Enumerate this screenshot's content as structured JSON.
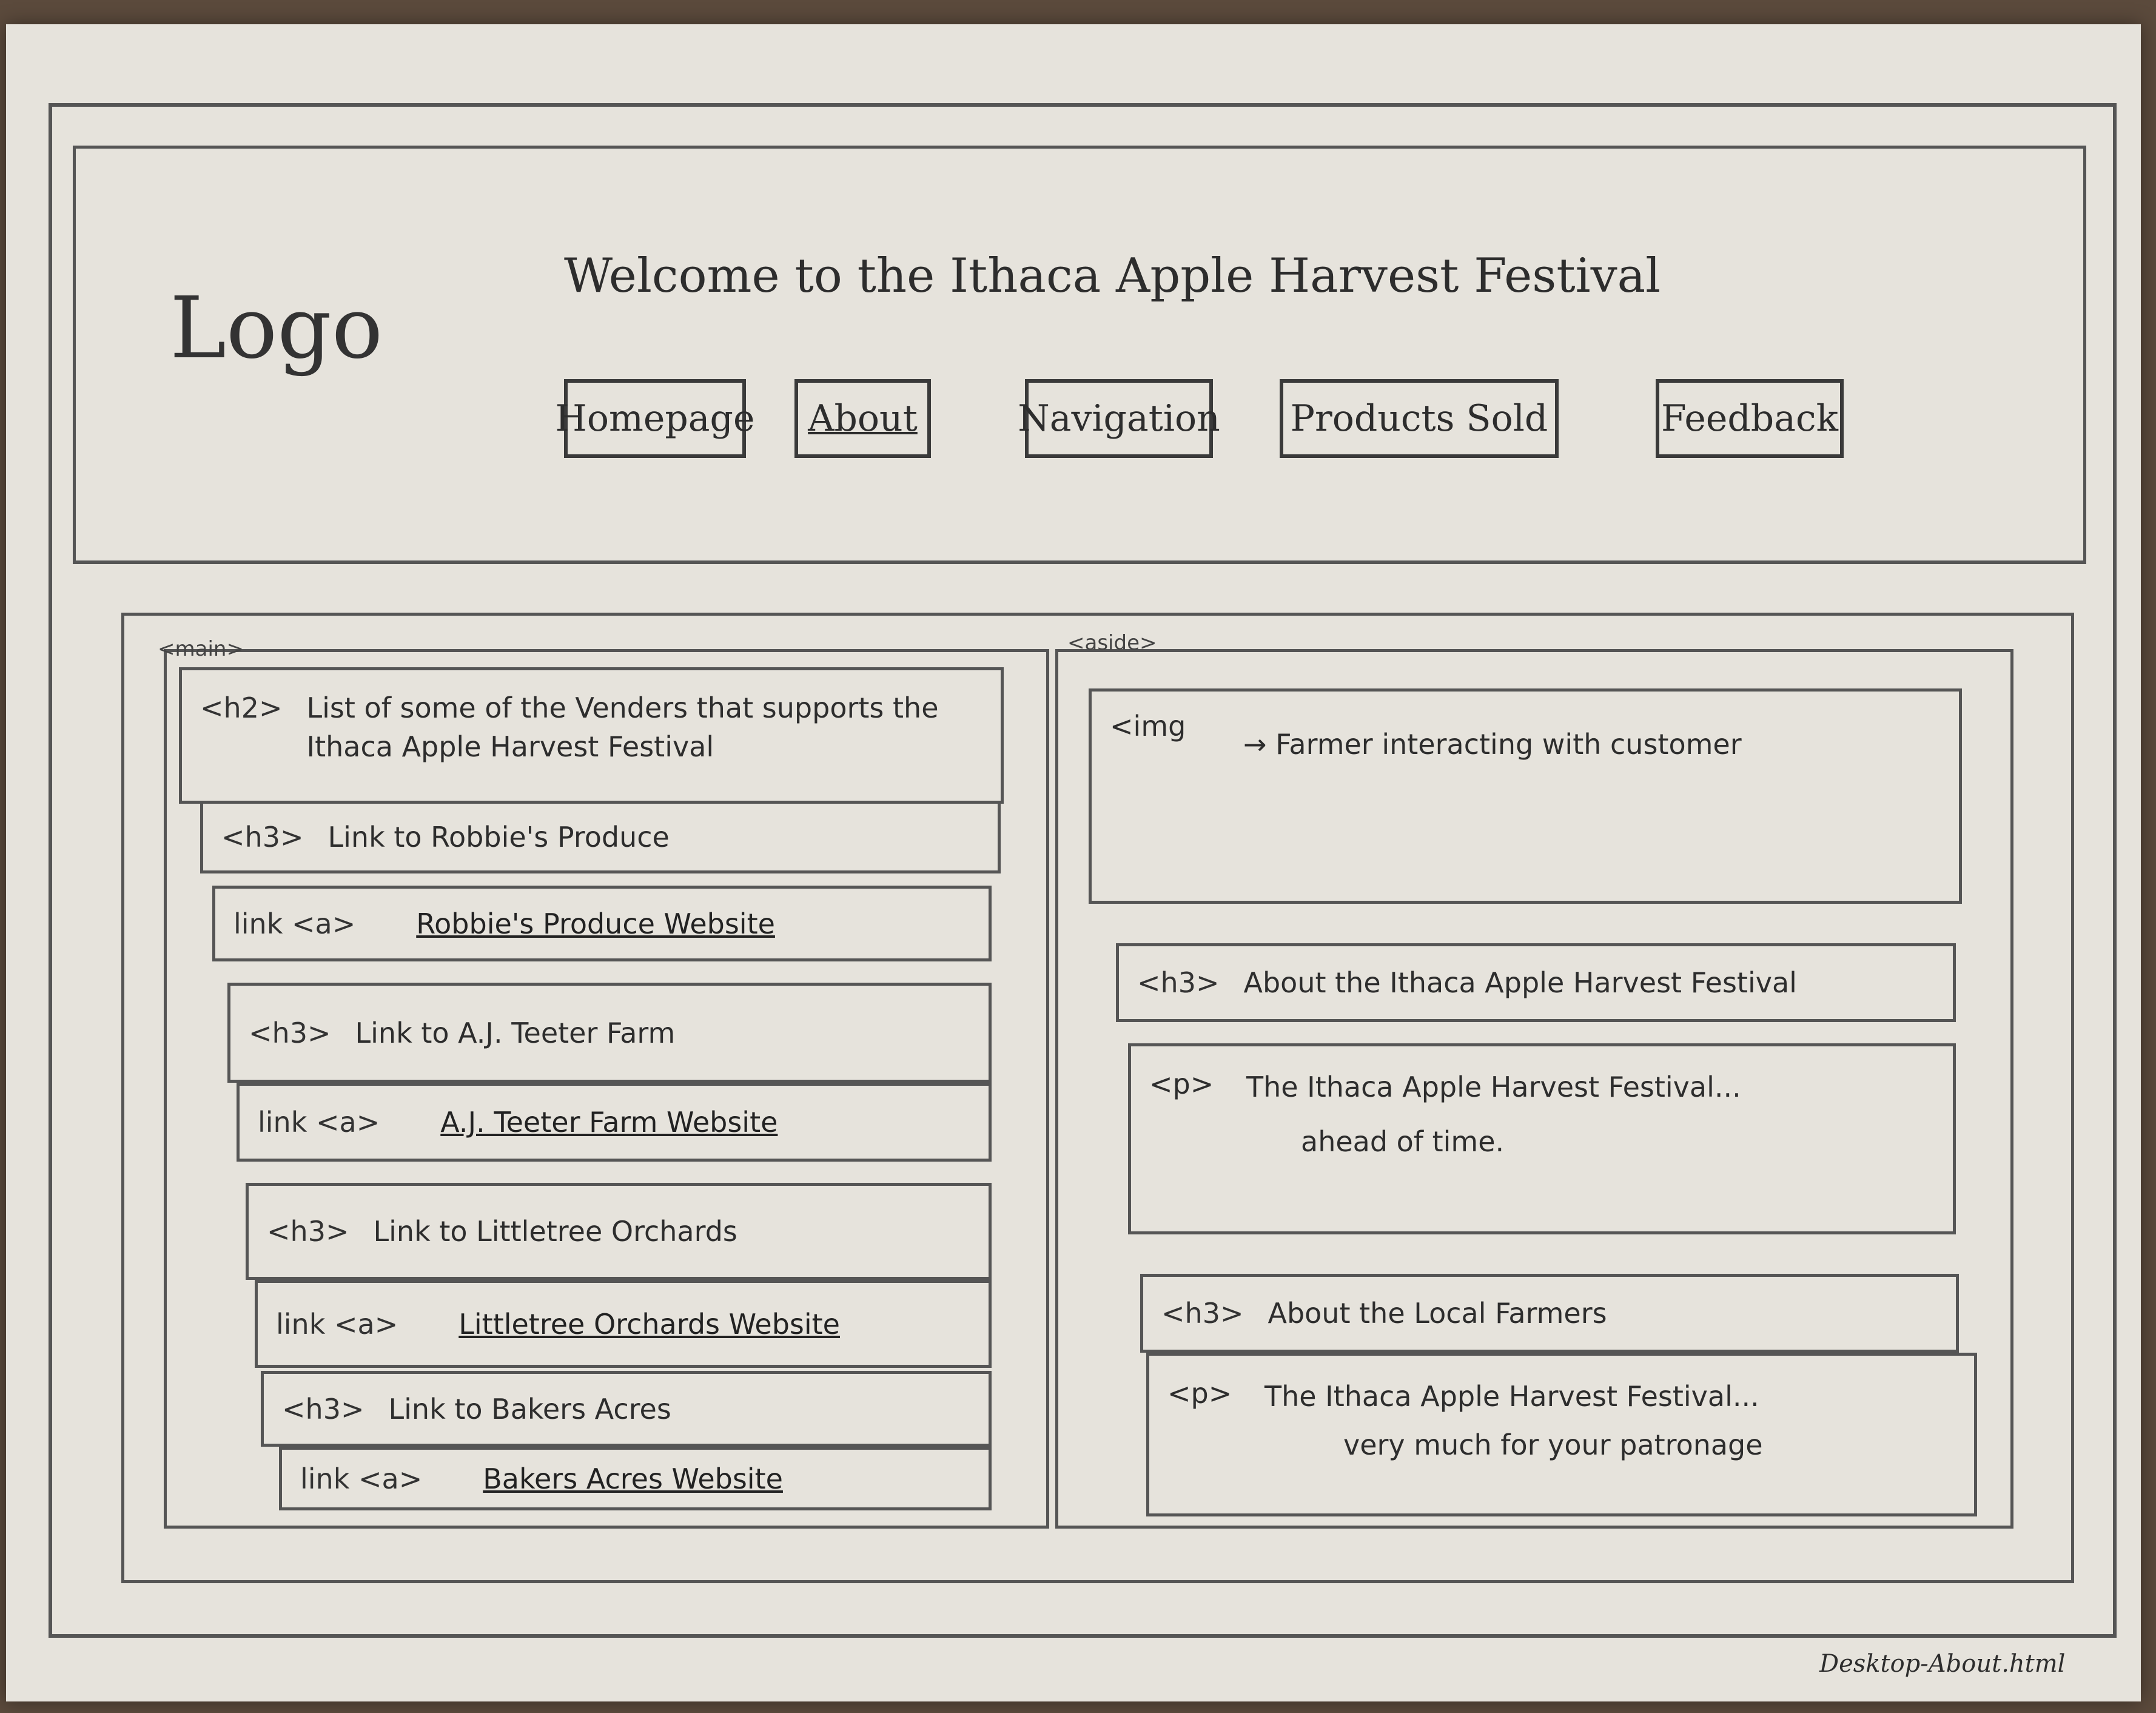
{
  "header": {
    "logo": "Logo",
    "title": "Welcome to the Ithaca Apple Harvest Festival",
    "nav": [
      {
        "label": "Homepage"
      },
      {
        "label": "About"
      },
      {
        "label": "Navigation"
      },
      {
        "label": "Products Sold"
      },
      {
        "label": "Feedback"
      }
    ]
  },
  "main": {
    "tag": "<main>",
    "h2": {
      "tag": "<h2>",
      "text": "List of some of the Venders that supports the Ithaca Apple Harvest Festival"
    },
    "rows": [
      {
        "tag": "<h3>",
        "text": "Link to Robbie's Produce"
      },
      {
        "tag": "link <a>",
        "text": "Robbie's Produce Website"
      },
      {
        "tag": "<h3>",
        "text": "Link to A.J. Teeter Farm"
      },
      {
        "tag": "link <a>",
        "text": "A.J. Teeter Farm Website"
      },
      {
        "tag": "<h3>",
        "text": "Link to Littletree Orchards"
      },
      {
        "tag": "link <a>",
        "text": "Littletree Orchards Website"
      },
      {
        "tag": "<h3>",
        "text": "Link to Bakers Acres"
      },
      {
        "tag": "link <a>",
        "text": "Bakers Acres Website"
      }
    ]
  },
  "aside": {
    "tag": "<aside>",
    "img": {
      "tag": "<img",
      "caption": "→ Farmer interacting with customer"
    },
    "h3_festival": {
      "tag": "<h3>",
      "text": "About the Ithaca Apple Harvest Festival"
    },
    "p_festival": {
      "tag": "<p>",
      "line1": "The Ithaca Apple Harvest Festival...",
      "line2": "ahead of time."
    },
    "h3_farmers": {
      "tag": "<h3>",
      "text": "About the Local Farmers"
    },
    "p_farmers": {
      "tag": "<p>",
      "line1": "The Ithaca Apple Harvest Festival...",
      "line2": "very much for your patronage"
    }
  },
  "footer_note": "Desktop-About.html"
}
